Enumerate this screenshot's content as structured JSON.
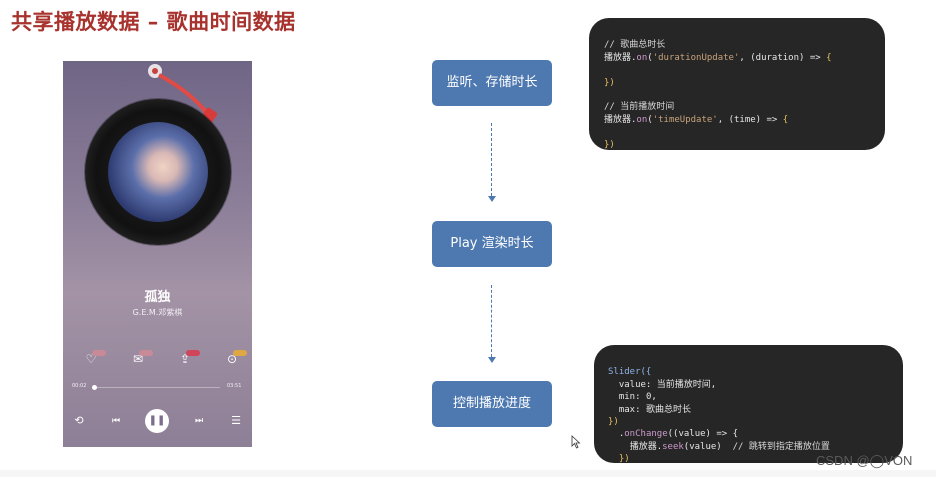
{
  "slide": {
    "title": "共享播放数据 – 歌曲时间数据"
  },
  "player": {
    "song_title": "孤独",
    "artist": "G.E.M.邓紫棋",
    "actions": [
      {
        "icon": "heart-icon",
        "badge": "",
        "glyph": "♡"
      },
      {
        "icon": "comment-icon",
        "badge": "",
        "glyph": "✉"
      },
      {
        "icon": "share-icon",
        "badge": "",
        "glyph": "⇪"
      },
      {
        "icon": "more-icon",
        "badge": "",
        "glyph": "⊙"
      }
    ],
    "current_time": "00:02",
    "total_time": "03:51",
    "progress_fraction": 0.01,
    "controls": {
      "repeat_glyph": "⟲",
      "prev_glyph": "⏮",
      "pause_glyph": "❚❚",
      "next_glyph": "⏭",
      "playlist_glyph": "☰"
    }
  },
  "flow": [
    {
      "label": "监听、存储时长"
    },
    {
      "label": "Play 渲染时长"
    },
    {
      "label": "控制播放进度"
    }
  ],
  "code_top": {
    "comment1": "// 歌曲总时长",
    "line1_obj": "播放器.",
    "line1_method": "on",
    "line1_event": "'durationUpdate'",
    "line1_param": "(duration)",
    "line1_arrow": "=>",
    "line1_brace": "{",
    "close1": "})",
    "comment2": "// 当前播放时间",
    "line2_obj": "播放器.",
    "line2_method": "on",
    "line2_event": "'timeUpdate'",
    "line2_param": "(time)",
    "line2_arrow": "=>",
    "line2_brace": "{",
    "close2": "})"
  },
  "code_bottom": {
    "l1": "Slider({",
    "l2_key": "value:",
    "l2_val": "当前播放时间,",
    "l3_key": "min:",
    "l3_val": "0,",
    "l4_key": "max:",
    "l4_val": "歌曲总时长",
    "l5": "})",
    "l6_dot": ".",
    "l6_method": "onChange",
    "l6_rest": "((value) => {",
    "l7_obj": "播放器.",
    "l7_method": "seek",
    "l7_rest": "(value)",
    "l7_comment": "// 跳转到指定播放位置",
    "l8": "})"
  },
  "watermark": "CSDN @◯VON",
  "colors": {
    "title": "#a8322d",
    "flow_box": "#4e79b0",
    "code_bg": "#262626"
  }
}
